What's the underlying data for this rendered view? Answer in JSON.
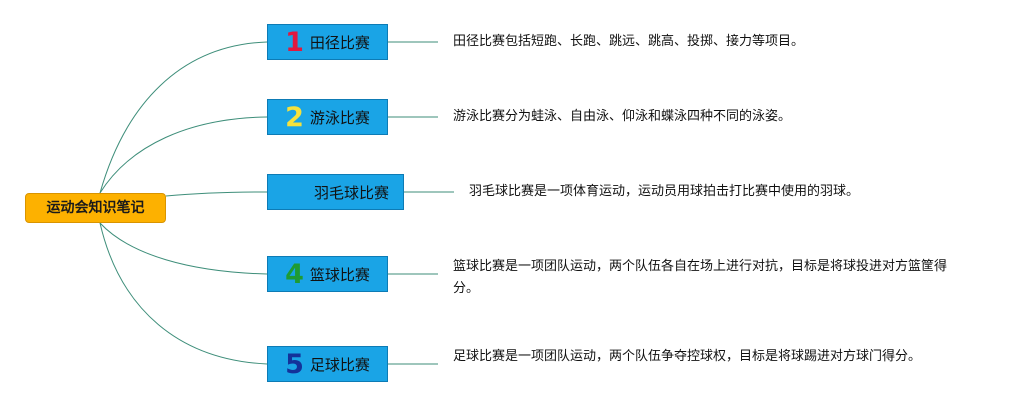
{
  "root": {
    "label": "运动会知识笔记",
    "color": "#fdb100"
  },
  "branch_color": "#1aa4e6",
  "connector_color": "#3e8e7a",
  "branches": [
    {
      "number": "1",
      "number_color": "#e0193f",
      "label": "田径比赛",
      "description": "田径比赛包括短跑、长跑、跳远、跳高、投掷、接力等项目。"
    },
    {
      "number": "2",
      "number_color": "#f6e23c",
      "label": "游泳比赛",
      "description": "游泳比赛分为蛙泳、自由泳、仰泳和蝶泳四种不同的泳姿。"
    },
    {
      "number": "",
      "number_color": "#1aa4e6",
      "label": "羽毛球比赛",
      "description": "羽毛球比赛是一项体育运动，运动员用球拍击打比赛中使用的羽球。"
    },
    {
      "number": "4",
      "number_color": "#1e9b33",
      "label": "篮球比赛",
      "description": "篮球比赛是一项团队运动，两个队伍各自在场上进行对抗，目标是将球投进对方篮筐得分。"
    },
    {
      "number": "5",
      "number_color": "#13329a",
      "label": "足球比赛",
      "description": "足球比赛是一项团队运动，两个队伍争夺控球权，目标是将球踢进对方球门得分。"
    }
  ]
}
